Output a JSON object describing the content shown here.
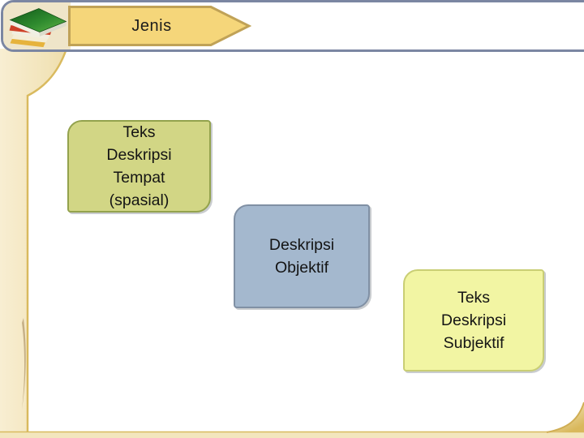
{
  "slide": {
    "header": {
      "title": "Jenis",
      "icon": "books-stack-icon",
      "border_color": "#7b86a2",
      "banner_fill": "#f5d67a",
      "banner_border": "#c0a257",
      "books_bg": "#efe5c9"
    },
    "boxes": [
      {
        "id": "spasial",
        "label_lines": [
          "Teks",
          "Deskripsi",
          "Tempat",
          "(spasial)"
        ],
        "fill": "#d2d685",
        "border": "#93a24d"
      },
      {
        "id": "objektif",
        "label_lines": [
          "Deskripsi",
          "Objektif"
        ],
        "fill": "#a4b8ce",
        "border": "#8090a4"
      },
      {
        "id": "subjektif",
        "label_lines": [
          "Teks",
          "Deskripsi",
          "Subjektif"
        ],
        "fill": "#f2f5a3",
        "border": "#c9ce74"
      }
    ],
    "page_decor": {
      "band_light": "#f8eed2",
      "band_dark": "#eeddab",
      "edge_gold": "#d9ba5e",
      "curl_gold": "#d9b85c"
    }
  }
}
